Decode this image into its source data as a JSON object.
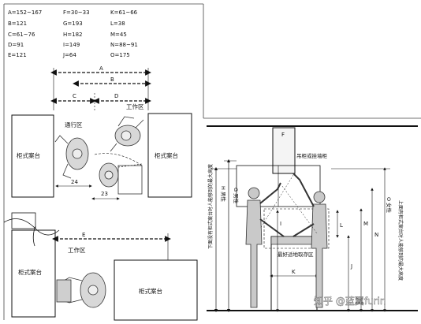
{
  "legend": {
    "col1": [
      "A=152~167",
      "B=121",
      "C=61~76",
      "D=91",
      "E=121"
    ],
    "col2": [
      "F=30~33",
      "G=193",
      "H=182",
      "I=149",
      "J=64"
    ],
    "col3": [
      "K=61~66",
      "L=38",
      "M=45",
      "N=88~91",
      "O=175"
    ]
  },
  "top_plan": {
    "dim_a": "A",
    "dim_b": "B",
    "dim_c": "C",
    "dim_d": "D",
    "work_zone": "工作区",
    "pass_zone": "通行区",
    "left_counter": "柜式案台",
    "right_counter": "柜式案台",
    "dim_24": "24",
    "dim_23": "23"
  },
  "bottom_plan": {
    "dim_e": "E",
    "work_zone": "工作区",
    "left_counter": "柜式案台",
    "right_counter": "柜式案台"
  },
  "elevation": {
    "dim_f": "F",
    "cabinet_label": "吊柜或挂墙柜",
    "dims_left": [
      "H 男性",
      "G 男性"
    ],
    "left_caption": "下面没有柜式案台时人能够到的最大高度",
    "work_area": "最好适地取存区",
    "dim_k": "K",
    "dims_center": [
      "I",
      "L",
      "J"
    ],
    "dims_right": [
      "M",
      "N",
      "O 女性"
    ],
    "right_caption": "上面有柜式案台时人能够到的最大高度"
  },
  "watermark": "知乎 @蓝翼furin"
}
